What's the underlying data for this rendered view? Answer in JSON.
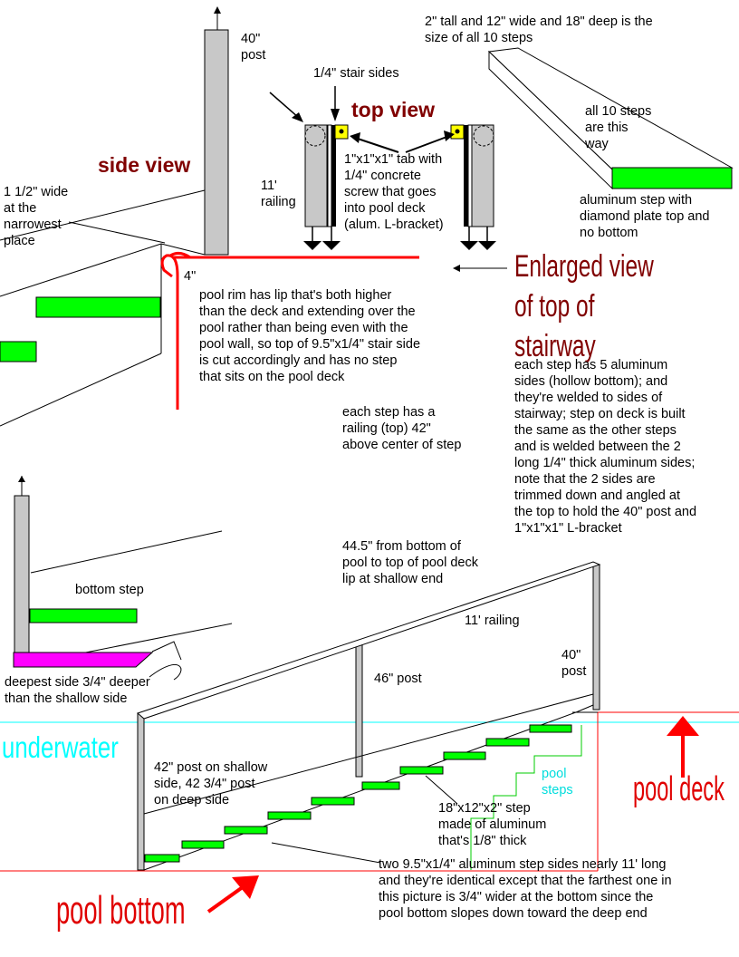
{
  "labels": {
    "side_view": "side view",
    "top_view": "top view",
    "post_40_top": "40\"\npost",
    "stair_sides": "1/4\" stair sides",
    "steps_size": "2\" tall and 12\" wide and 18\" deep is the\nsize of all 10 steps",
    "all_steps": "all 10 steps\nare this\nway",
    "aluminum_step": "aluminum step with\ndiamond plate top and\nno bottom",
    "narrowest": "1 1/2\" wide\nat the\nnarrowest\nplace",
    "railing_11_top": "11'\nrailing",
    "tab": "1\"x1\"x1\" tab with\n1/4\" concrete\nscrew that goes\ninto pool deck\n(alum. L-bracket)",
    "four_inch": "4\"",
    "enlarged": "Enlarged view of top of\nstairway",
    "pool_rim": "pool rim has lip that's both higher\nthan the deck and extending over the\npool rather than being even with the\npool wall, so top of 9.5\"x1/4\" stair side\nis cut accordingly and has no step\nthat sits on the pool deck",
    "five_sides": "each step has 5 aluminum\nsides (hollow bottom); and\nthey're welded to sides of\nstairway; step on deck is built\nthe same as the other steps\nand is welded between the 2\nlong 1/4\" thick aluminum sides;\nnote that the 2 sides are\ntrimmed down and angled at\nthe top to hold the 40\" post and\n1\"x1\"x1\" L-bracket",
    "railing_42": "each step has a\nrailing (top) 42\"\nabove center of step",
    "bottom_step": "bottom step",
    "deepest": "deepest side 3/4\" deeper\nthan the shallow side",
    "height_44": "44.5\" from bottom of\npool to top of pool deck\nlip at shallow end",
    "railing_11_bottom": "11' railing",
    "post_46": "46\" post",
    "post_40_bottom": "40\"\npost",
    "underwater": "underwater",
    "post_42": "42\" post on shallow\nside, 42 3/4\" post\non deep side",
    "pool_steps": "pool\nsteps",
    "pool_deck": "pool deck",
    "step_18": "18\"x12\"x2\" step\nmade of aluminum\nthat's 1/8\" thick",
    "two_sides": "two 9.5\"x1/4\" aluminum step sides nearly 11' long\nand they're identical except that the farthest one in\nthis picture is 3/4\" wider at the bottom since the\npool bottom slopes down toward the deep end",
    "pool_bottom": "pool bottom"
  },
  "colors": {
    "step_green": "#00ff00",
    "deep_side_magenta": "#ff00ff",
    "pool_red": "#ff0000",
    "title_maroon": "#800000",
    "water_cyan": "#00ffff",
    "post_gray": "#c8c8c8",
    "bracket_yellow": "#ffff00"
  }
}
